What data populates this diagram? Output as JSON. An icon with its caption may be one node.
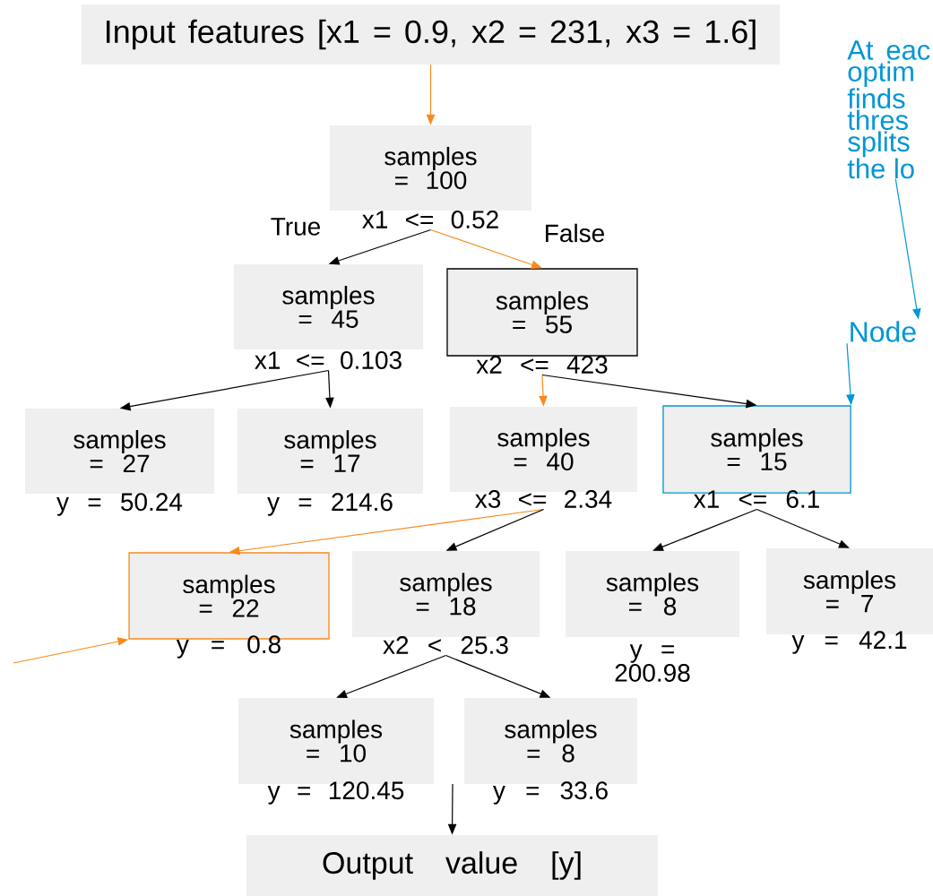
{
  "diagram": {
    "nodes": [
      {
        "text": [
          "Input features [x1 = 0.9, x2 = 231, x3 = 1.6]"
        ]
      },
      {
        "text": [
          "At eac optim finds thres splits the lo"
        ]
      },
      {
        "text": [
          "samples = 100",
          "x1 <= 0.52"
        ]
      },
      {
        "text": [
          "samples = 45",
          "x1 <= 0.103"
        ]
      },
      {
        "text": [
          "samples = 55",
          "x2 <= 423"
        ]
      },
      {
        "text": [
          "Node"
        ]
      },
      {
        "text": [
          "samples = 27",
          "y = 50.24"
        ]
      },
      {
        "text": [
          "samples = 17",
          "y = 214.6"
        ]
      },
      {
        "text": [
          "samples = 40",
          "x3 <= 2.34"
        ]
      },
      {
        "text": [
          "samples = 15",
          "x1 <= 6.1"
        ]
      },
      {
        "text": [
          "samples = 22",
          "y = 0.8"
        ]
      },
      {
        "text": [
          "samples = 18",
          "x2 < 25.3"
        ]
      },
      {
        "text": [
          "samples = 8",
          "y = 200.98"
        ]
      },
      {
        "text": [
          "samples = 7",
          "y = 42.1"
        ]
      },
      {
        "text": [
          "samples = 10",
          "y = 120.45"
        ]
      },
      {
        "text": [
          "samples = 8",
          "y = 33.6"
        ]
      },
      {
        "text": [
          "Output value [y]"
        ]
      }
    ],
    "edges": [
      {
        "from": 0,
        "to": 2,
        "arrow": "to",
        "color": "#f68b1f"
      },
      {
        "from": 2,
        "to": 3,
        "arrow": "to",
        "label": "True"
      },
      {
        "from": 2,
        "to": 4,
        "arrow": "to",
        "label": "False",
        "color": "#f68b1f"
      },
      {
        "from": 1,
        "to": 5,
        "arrow": "to",
        "color": "#0096d6"
      },
      {
        "from": 5,
        "to": 9,
        "arrow": "to",
        "color": "#0096d6"
      },
      {
        "from": 3,
        "to": 6,
        "arrow": "to"
      },
      {
        "from": 3,
        "to": 7,
        "arrow": "to"
      },
      {
        "from": 4,
        "to": 8,
        "arrow": "to",
        "color": "#f68b1f"
      },
      {
        "from": 4,
        "to": 9,
        "arrow": "to"
      },
      {
        "from": 8,
        "to": 10,
        "arrow": "to",
        "color": "#f68b1f"
      },
      {
        "from": 8,
        "to": 11,
        "arrow": "to"
      },
      {
        "from": 9,
        "to": 12,
        "arrow": "to"
      },
      {
        "from": 9,
        "to": 13,
        "arrow": "to"
      },
      {
        "from": null,
        "to": 10,
        "arrow": "to",
        "color": "#f68b1f"
      },
      {
        "from": 11,
        "to": 14,
        "arrow": "to"
      },
      {
        "from": 11,
        "to": 15,
        "arrow": "to"
      },
      {
        "from": null,
        "to": 16,
        "arrow": "to"
      }
    ]
  }
}
